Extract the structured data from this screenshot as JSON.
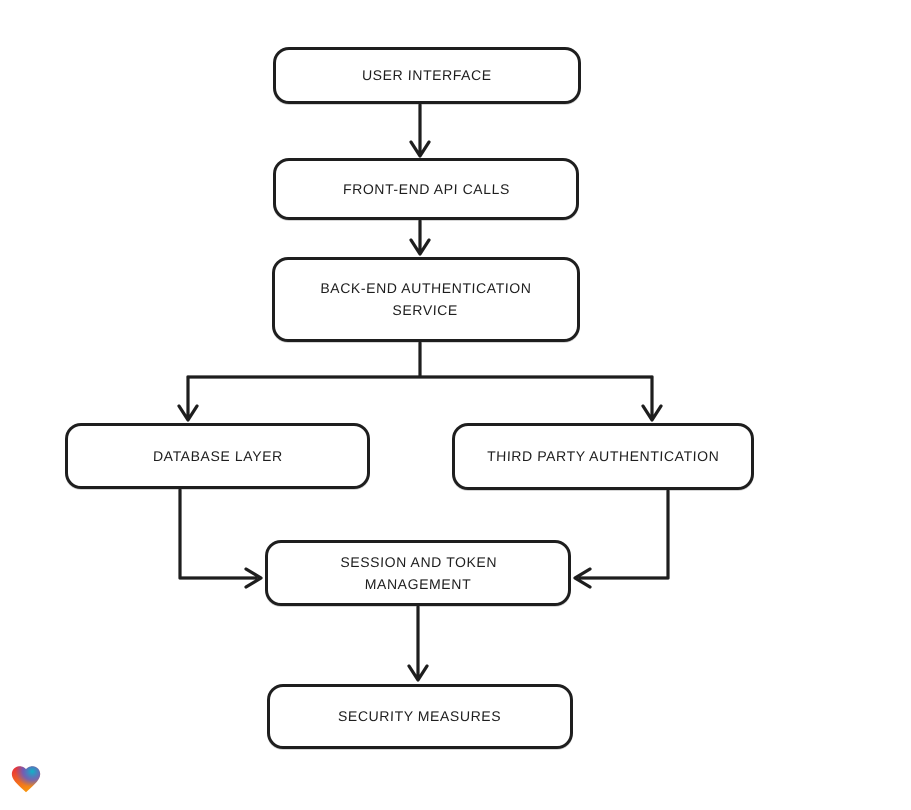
{
  "diagram": {
    "type": "flowchart",
    "background_color": "#ffffff",
    "stroke_color": "#1e1e1e",
    "node_fill": "#ffffff",
    "nodes": [
      {
        "id": "user-interface",
        "label": "USER INTERFACE"
      },
      {
        "id": "front-end-api-calls",
        "label": "FRONT-END API CALLS"
      },
      {
        "id": "back-end-authentication-service",
        "label": "BACK-END AUTHENTICATION\nSERVICE"
      },
      {
        "id": "database-layer",
        "label": "DATABASE LAYER"
      },
      {
        "id": "third-party-authentication",
        "label": "THIRD PARTY AUTHENTICATION"
      },
      {
        "id": "session-and-token-management",
        "label": "SESSION AND TOKEN\nMANAGEMENT"
      },
      {
        "id": "security-measures",
        "label": "SECURITY MEASURES"
      }
    ],
    "edges": [
      {
        "from": "user-interface",
        "to": "front-end-api-calls"
      },
      {
        "from": "front-end-api-calls",
        "to": "back-end-authentication-service"
      },
      {
        "from": "back-end-authentication-service",
        "to": "database-layer"
      },
      {
        "from": "back-end-authentication-service",
        "to": "third-party-authentication"
      },
      {
        "from": "database-layer",
        "to": "session-and-token-management"
      },
      {
        "from": "third-party-authentication",
        "to": "session-and-token-management"
      },
      {
        "from": "session-and-token-management",
        "to": "security-measures"
      }
    ]
  },
  "logo": {
    "name": "multicolor-heart",
    "colors": {
      "red": "#e8293b",
      "orange": "#f7930e",
      "teal": "#0fb5c6",
      "blue": "#4263eb"
    }
  }
}
